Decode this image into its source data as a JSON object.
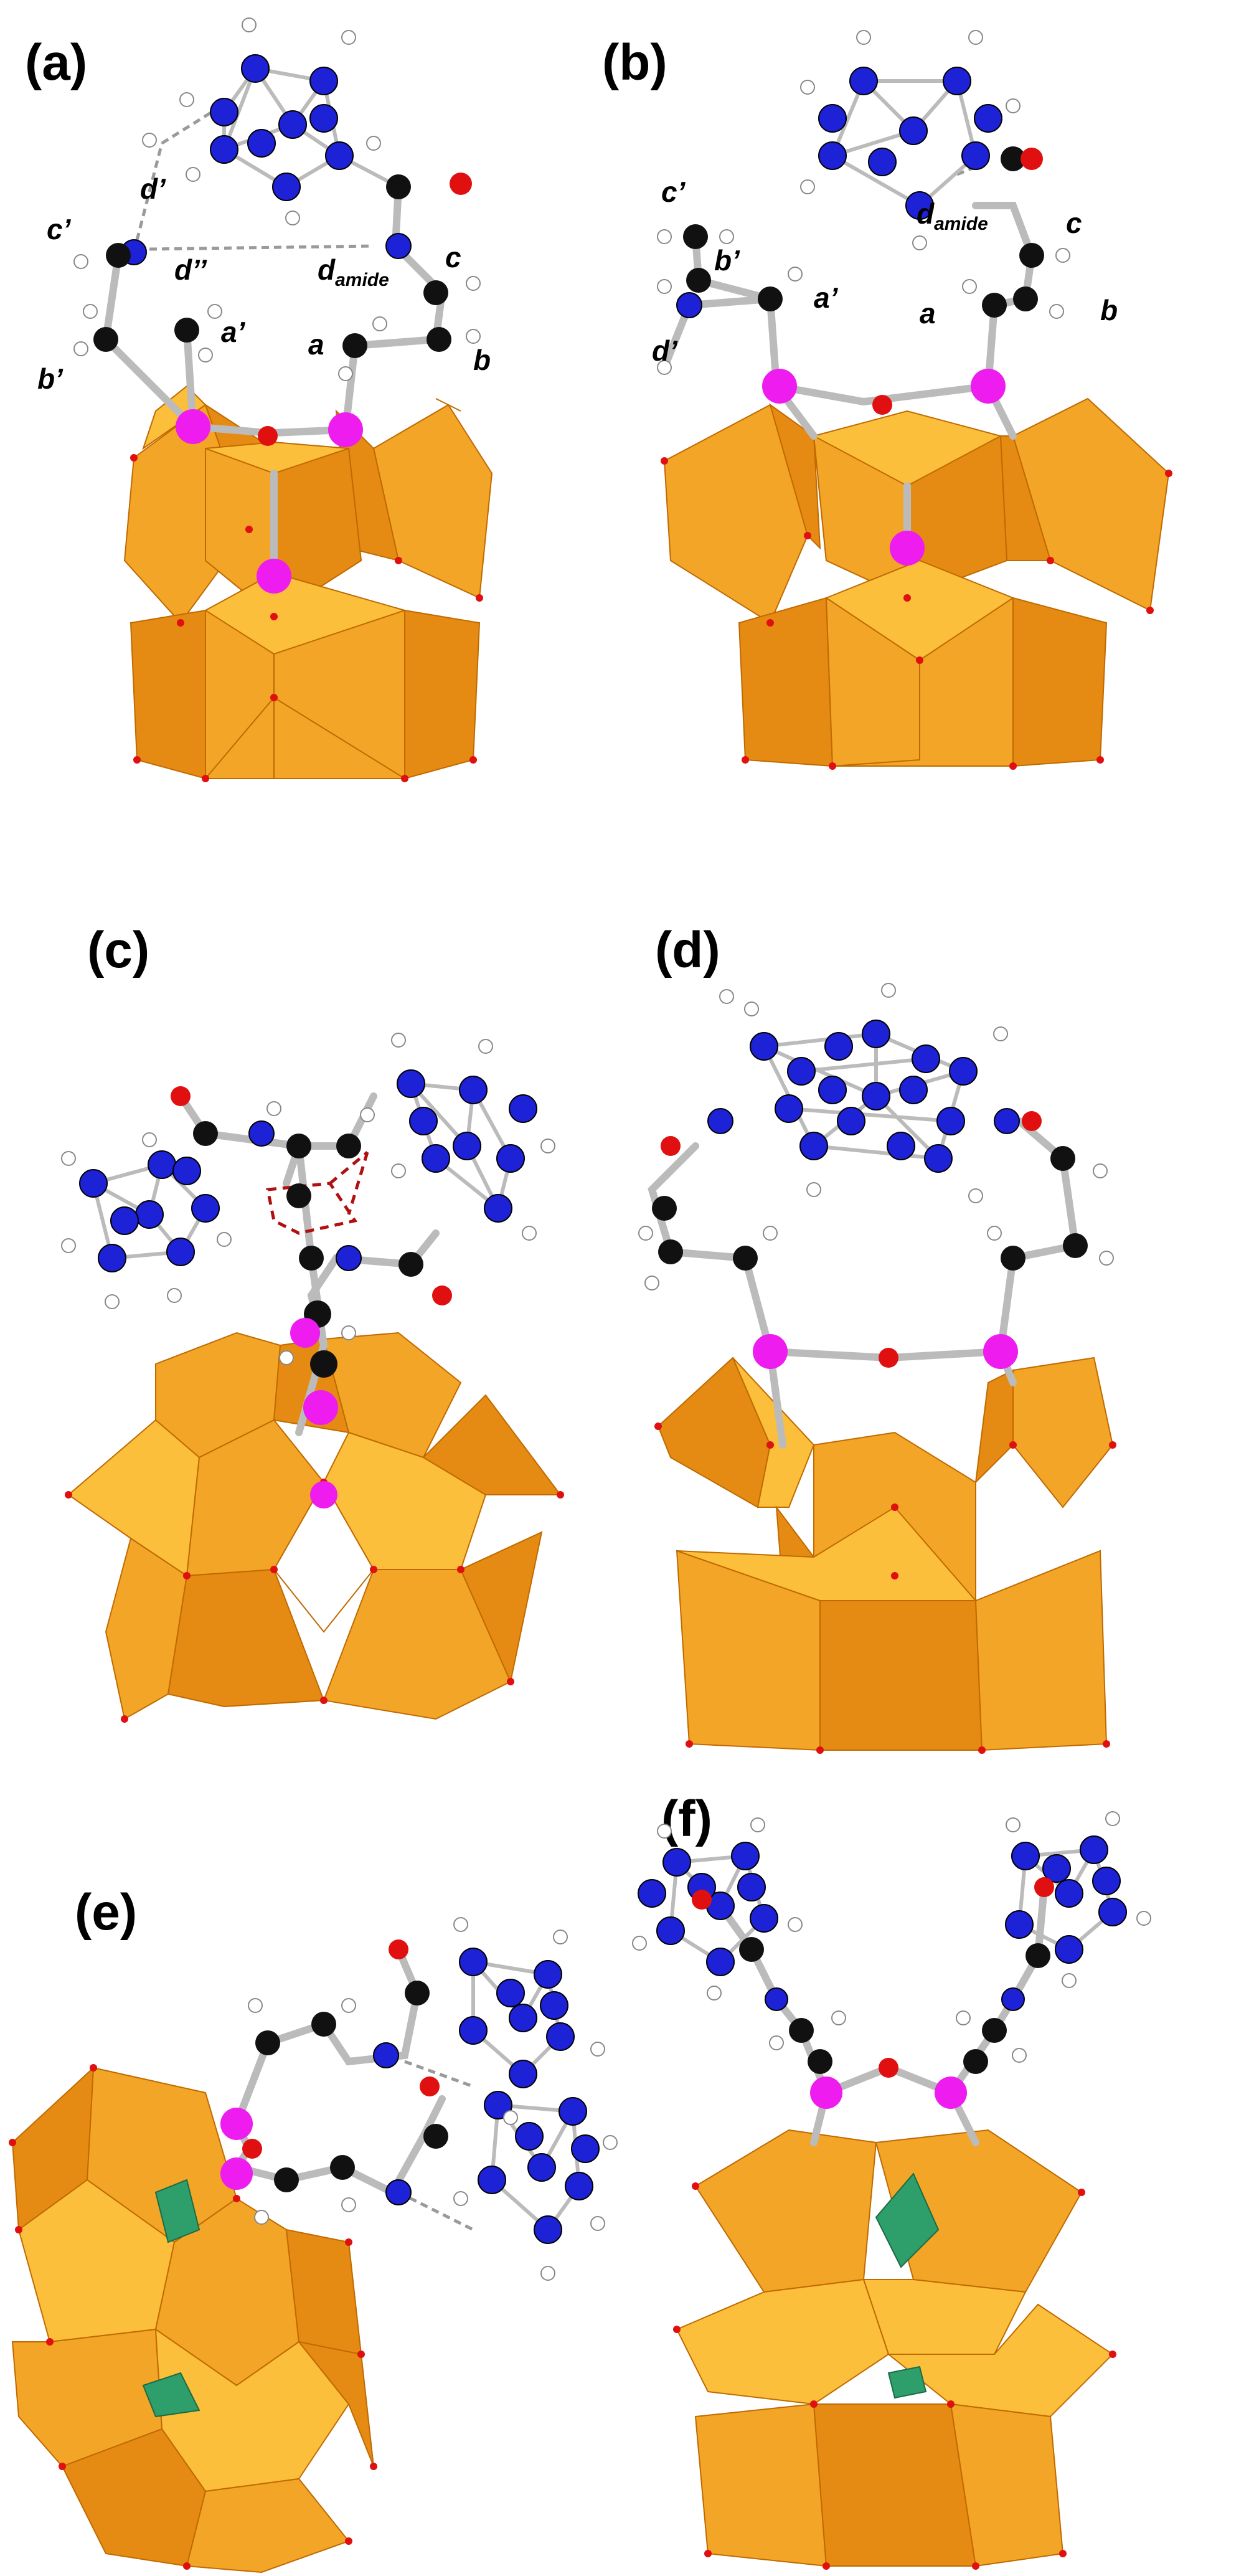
{
  "panels": [
    {
      "label": "(a)",
      "annotations": {
        "d_prime": "d’",
        "d_double_prime": "d’’",
        "d_amide_main": "d",
        "d_amide_sub": "amide",
        "c_prime": "c’",
        "c": "c",
        "a_prime": "a’",
        "a": "a",
        "b_prime": "b’",
        "b": "b"
      }
    },
    {
      "label": "(b)",
      "annotations": {
        "c_prime": "c’",
        "d_amide_main": "d",
        "d_amide_sub": "amide",
        "c": "c",
        "b_prime": "b’",
        "a_prime": "a’",
        "a": "a",
        "b": "b",
        "d_prime": "d’"
      }
    },
    {
      "label": "(c)"
    },
    {
      "label": "(d)"
    },
    {
      "label": "(e)"
    },
    {
      "label": "(f)"
    }
  ],
  "colors": {
    "polyhedron_light": "#FBBF3C",
    "polyhedron_mid": "#F3A527",
    "polyhedron_dark": "#E58A12",
    "heteroatom_polyhedron": "#2E9E6B",
    "boron": "#1E22D6",
    "carbon": "#111111",
    "oxygen": "#E01010",
    "phosphorus": "#EE1CEE",
    "nitrogen": "#2A44C8",
    "hydrogen": "#FFFFFF",
    "hbond": "#9A9A9A",
    "dash_box": "#B01010"
  }
}
